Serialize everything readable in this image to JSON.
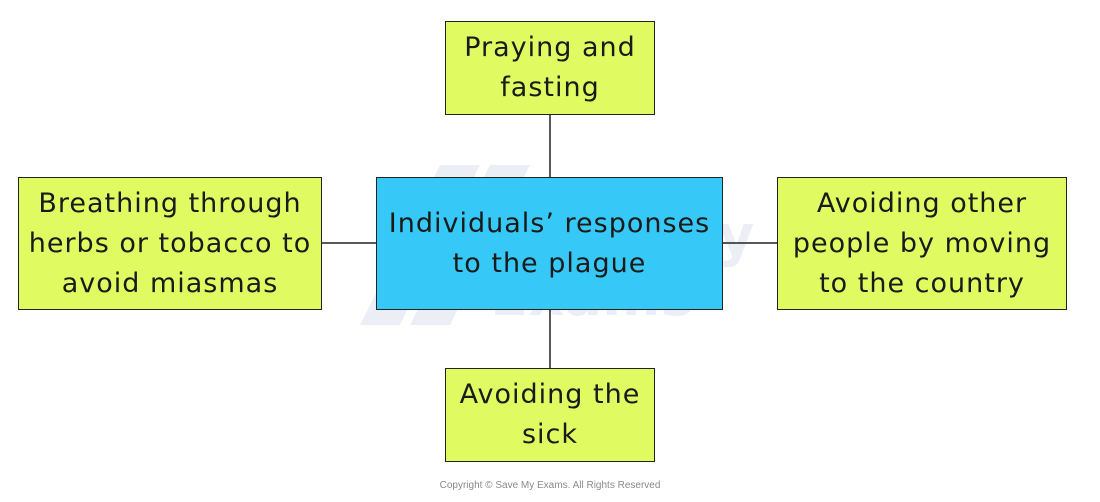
{
  "diagram": {
    "center": {
      "text": "Individuals’ responses to the plague",
      "color": "#36c9f7"
    },
    "box_color": "#e0fb62",
    "branches": {
      "top": "Praying and fasting",
      "left": "Breathing through herbs or tobacco to avoid miasmas",
      "right": "Avoiding other people by moving to the country",
      "bottom": "Avoiding the sick"
    }
  },
  "watermark": {
    "brand": "Save My Exams"
  },
  "footer": {
    "copyright": "Copyright © Save My Exams. All Rights Reserved"
  }
}
